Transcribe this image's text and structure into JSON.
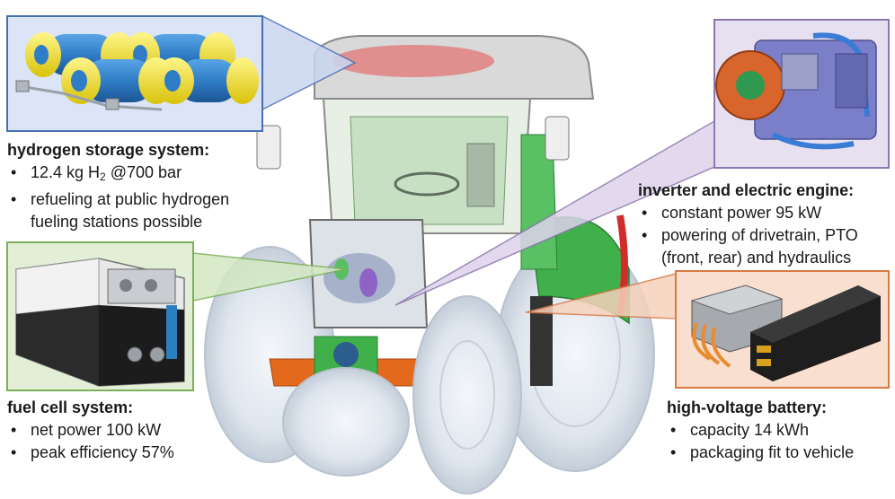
{
  "colors": {
    "hydrogen_box": "#dce4f7",
    "fuelcell_box": "#e2efd6",
    "inverter_box": "#e7e0f1",
    "battery_box": "#f9dfcf",
    "border_blue": "#4a6fb0",
    "border_green": "#7daf5a",
    "border_purple": "#8b77ad",
    "border_orange": "#d97a45",
    "tank_blue": "#2f7dc6",
    "tank_yellow": "#f5e020",
    "tractor_green": "#3fb04a",
    "axle_orange": "#e36a1d"
  },
  "icons": {
    "hydrogen_image": "hydrogen-tanks-icon",
    "fuelcell_image": "fuel-cell-module-icon",
    "inverter_image": "electric-motor-icon",
    "battery_image": "battery-pack-icon",
    "tractor_image": "tractor-cutaway-icon"
  },
  "captions": {
    "hydrogen": {
      "title": "hydrogen storage system:",
      "item1_pre": "12.4 kg H",
      "item1_sub": "2",
      "item1_post": " @700 bar",
      "item2": "refueling at public hydrogen fueling stations possible"
    },
    "fuel_cell": {
      "title": "fuel cell system:",
      "item1": "net power 100 kW",
      "item2": "peak efficiency 57%"
    },
    "inverter": {
      "title": "inverter and electric engine:",
      "item1": "constant power 95 kW",
      "item2": "powering of drivetrain, PTO (front, rear) and hydraulics"
    },
    "battery": {
      "title": "high-voltage battery:",
      "item1": "capacity 14 kWh",
      "item2": "packaging fit to vehicle"
    }
  }
}
